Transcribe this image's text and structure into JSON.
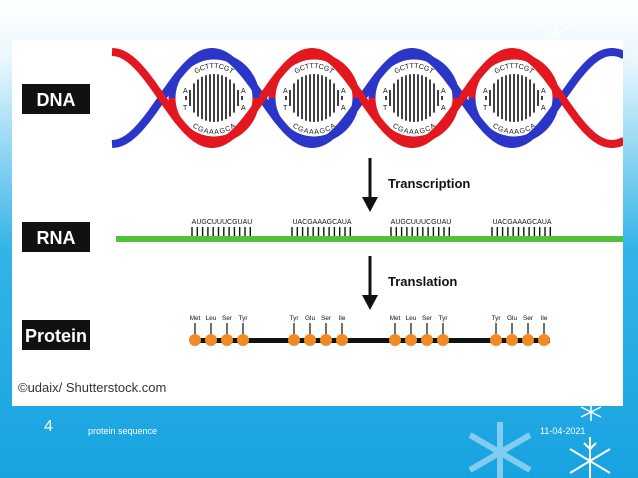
{
  "labels": {
    "dna": "DNA",
    "rna": "RNA",
    "protein": "Protein"
  },
  "processes": {
    "transcription": "Transcription",
    "translation": "Translation"
  },
  "dna_strand_top": "GCTTTCGT",
  "dna_strand_bottom": "CGAAAGCA",
  "dna_end_left_top": "A",
  "dna_end_right_top": "A",
  "dna_end_left_bottom": "T",
  "dna_end_right_bottom": "A",
  "rna_sequences": [
    "AUGCUUUCGUAU",
    "UACGAAAGCAUA",
    "AUGCUUUCGUAU",
    "UACGAAAGCAUA"
  ],
  "amino_acids": [
    [
      "Met",
      "Leu",
      "Ser",
      "Tyr"
    ],
    [
      "Tyr",
      "Glu",
      "Ser",
      "Ile"
    ],
    [
      "Met",
      "Leu",
      "Ser",
      "Tyr"
    ],
    [
      "Tyr",
      "Glu",
      "Ser",
      "Ile"
    ]
  ],
  "credit": "©udaix/ Shutterstock.com",
  "footer": {
    "slide_number": "4",
    "title": "protein sequence",
    "date": "11-04-2021"
  },
  "colors": {
    "red_strand": "#e3171f",
    "blue_strand": "#2b35c8",
    "rna_line": "#4fc43a",
    "amino_dot": "#f08a24"
  }
}
